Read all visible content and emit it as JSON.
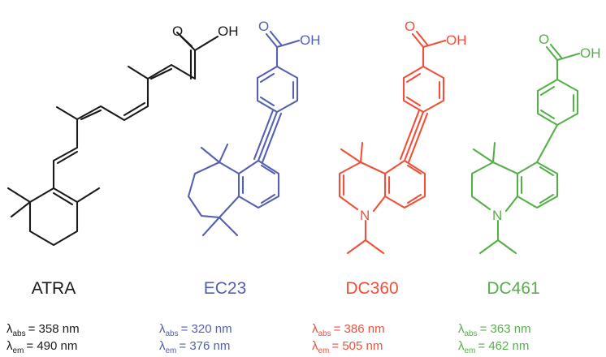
{
  "compounds": [
    {
      "name": "ATRA",
      "color": "#1a1a1a",
      "atoms": {
        "carbonyl_o": "O",
        "hydroxyl": "OH"
      },
      "lambda_symbol": "λ",
      "abs_sub": "abs",
      "em_sub": "em",
      "abs_value": "= 358 nm",
      "em_value": "= 490 nm"
    },
    {
      "name": "EC23",
      "color": "#5560b0",
      "atoms": {
        "carbonyl_o": "O",
        "hydroxyl": "OH"
      },
      "lambda_symbol": "λ",
      "abs_sub": "abs",
      "em_sub": "em",
      "abs_value": "= 320 nm",
      "em_value": "= 376 nm"
    },
    {
      "name": "DC360",
      "color": "#f0503a",
      "atoms": {
        "carbonyl_o": "O",
        "hydroxyl": "OH",
        "nitrogen": "N"
      },
      "lambda_symbol": "λ",
      "abs_sub": "abs",
      "em_sub": "em",
      "abs_value": "= 386 nm",
      "em_value": "= 505 nm"
    },
    {
      "name": "DC461",
      "color": "#56b04a",
      "atoms": {
        "carbonyl_o": "O",
        "hydroxyl": "OH",
        "nitrogen": "N"
      },
      "lambda_symbol": "λ",
      "abs_sub": "abs",
      "em_sub": "em",
      "abs_value": "= 363 nm",
      "em_value": "= 462 nm"
    }
  ]
}
